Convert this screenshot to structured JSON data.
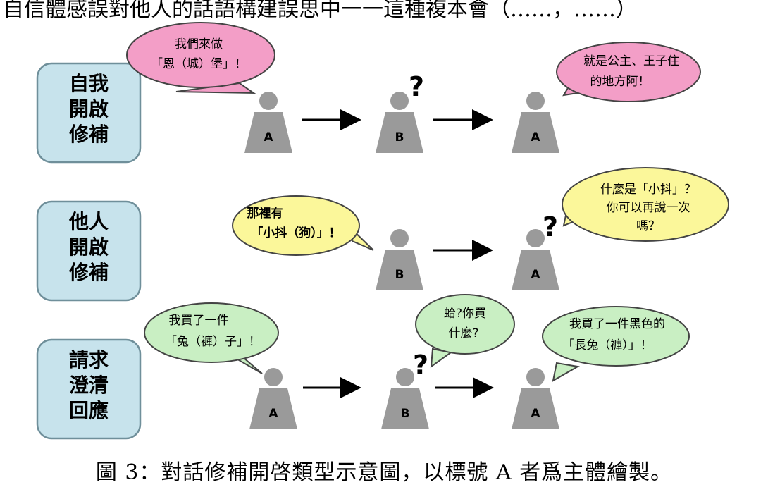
{
  "top_fragment": "自信體感誤對他人的話語構建誤思中一一這種複本會（……，……）",
  "caption": "圖 3：對話修補開啓類型示意圖，以標號 A 者爲主體繪製。",
  "colors": {
    "label_fill": "#c7e3ec",
    "label_stroke": "#6f8f9a",
    "bubble_pink": "#f39ec7",
    "bubble_yellow": "#fbf79a",
    "bubble_green": "#c9efc3",
    "person": "#9a9a9a"
  },
  "rows": [
    {
      "label": [
        "自我",
        "開啟",
        "修補"
      ],
      "figures": [
        "A",
        "B",
        "A"
      ],
      "bubbles": [
        {
          "lines": [
            "我們來做",
            "「恩（城）堡」！"
          ],
          "color": "pink"
        },
        {
          "lines": [
            "就是公主、王子住",
            "的地方阿！"
          ],
          "color": "pink"
        }
      ],
      "question_marks": [
        "?"
      ]
    },
    {
      "label": [
        "他人",
        "開啟",
        "修補"
      ],
      "figures": [
        "B",
        "A"
      ],
      "bubbles": [
        {
          "lines": [
            "那裡有",
            "「小抖（狗）」！"
          ],
          "color": "yellow"
        },
        {
          "lines": [
            "什麼是「小抖」？",
            "你可以再說一次",
            "嗎？"
          ],
          "color": "yellow"
        }
      ],
      "question_marks": [
        "?"
      ]
    },
    {
      "label": [
        "請求",
        "澄清",
        "回應"
      ],
      "figures": [
        "A",
        "B",
        "A"
      ],
      "bubbles": [
        {
          "lines": [
            "我買了一件",
            "「兔（褲）子」！"
          ],
          "color": "green"
        },
        {
          "lines": [
            "蛤?你買",
            "什麼?"
          ],
          "color": "green"
        },
        {
          "lines": [
            "我買了一件黑色的",
            "「長兔（褲）」！"
          ],
          "color": "green"
        }
      ],
      "question_marks": [
        "?"
      ]
    }
  ]
}
